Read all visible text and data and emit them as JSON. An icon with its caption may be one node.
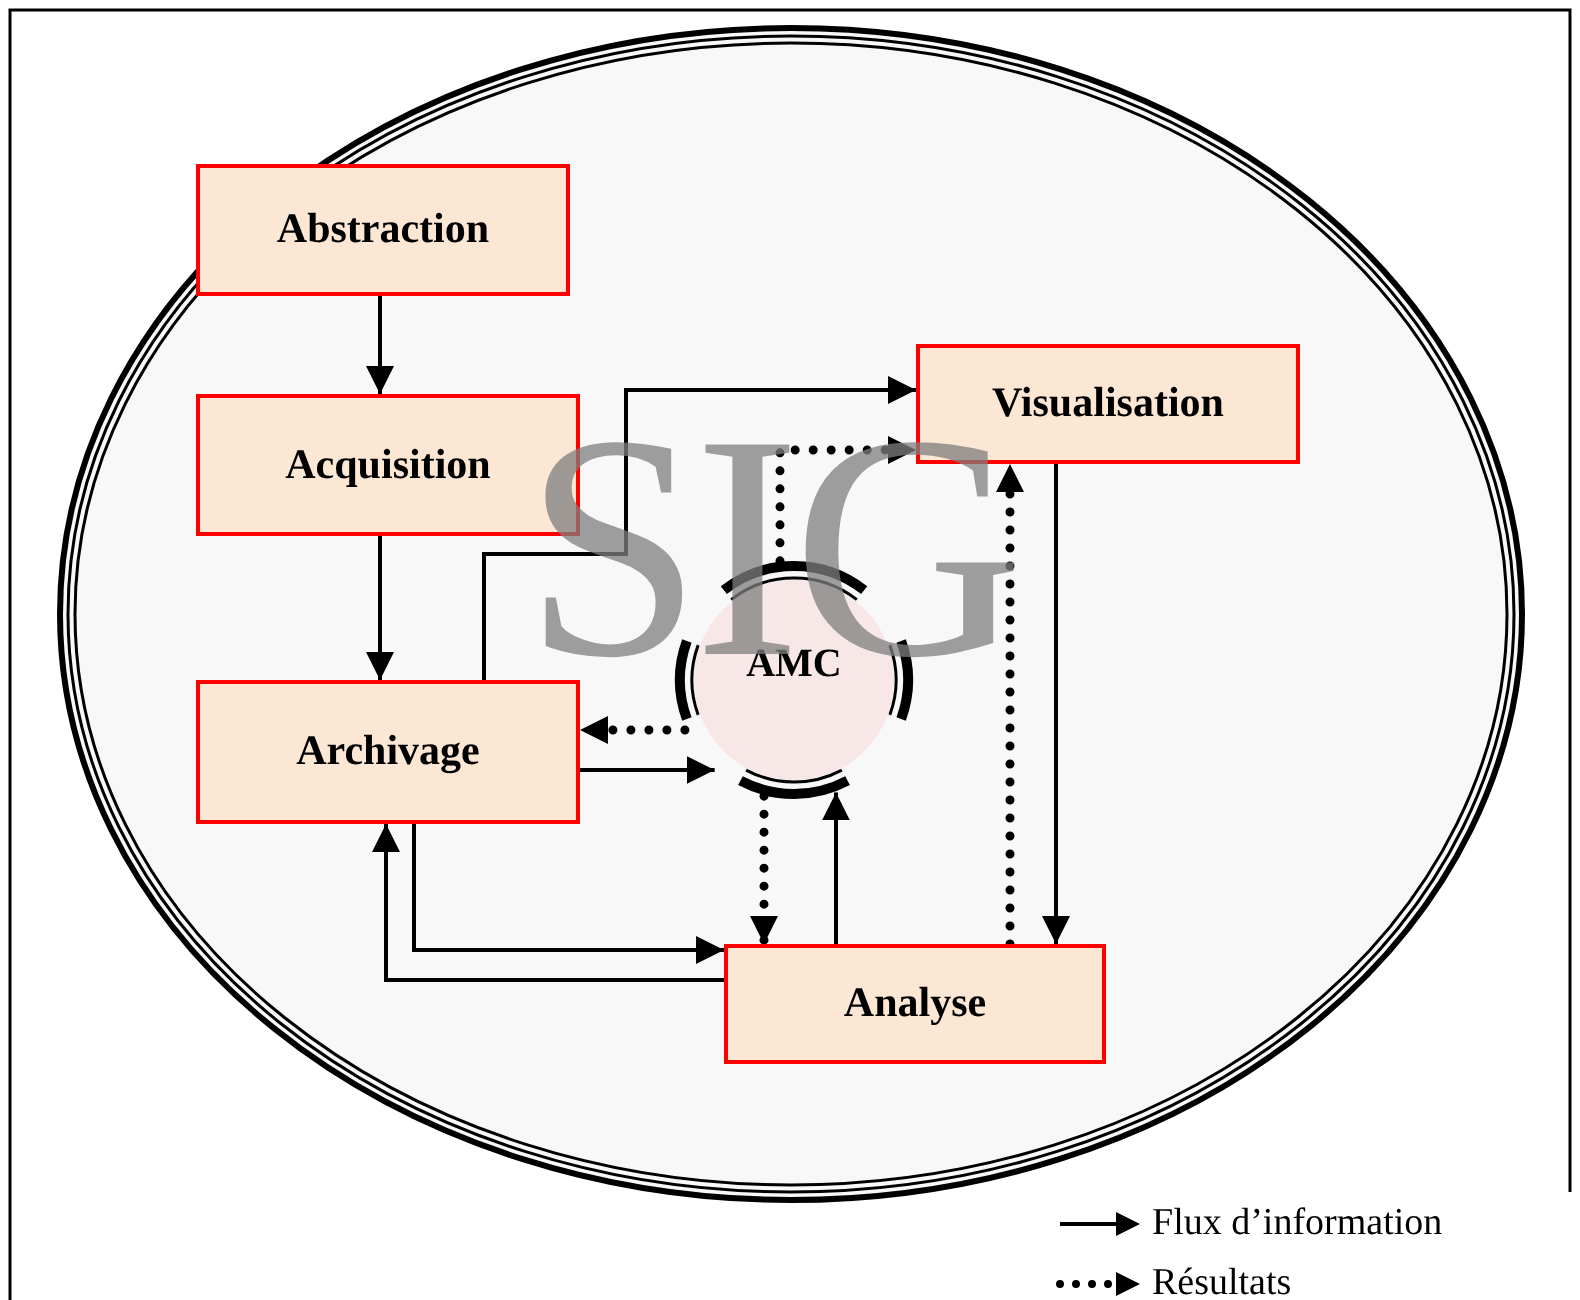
{
  "diagram": {
    "nodes": [
      {
        "text": [
          "SIG"
        ]
      },
      {
        "text": [
          "Abstraction"
        ],
        "in": 0
      },
      {
        "text": [
          "Acquisition"
        ],
        "in": 0
      },
      {
        "text": [
          "Visualisation"
        ],
        "in": 0
      },
      {
        "text": [
          "AMC"
        ],
        "in": 0
      },
      {
        "text": [
          "Archivage"
        ],
        "in": 0
      },
      {
        "text": [
          "Analyse"
        ],
        "in": 0
      }
    ],
    "edges": [
      {
        "from": 1,
        "to": 2,
        "arrow": "to"
      },
      {
        "from": 2,
        "to": 5,
        "arrow": "to"
      },
      {
        "from": 5,
        "to": 3,
        "arrow": "to"
      },
      {
        "from": 4,
        "to": 3,
        "arrow": "to",
        "style": "dashed"
      },
      {
        "from": 4,
        "to": 5,
        "arrow": "to",
        "style": "dashed"
      },
      {
        "from": 5,
        "to": 4,
        "arrow": "to"
      },
      {
        "from": 3,
        "to": 6,
        "arrow": "to"
      },
      {
        "from": 6,
        "to": 3,
        "arrow": "to",
        "style": "dashed"
      },
      {
        "from": 4,
        "to": 6,
        "arrow": "to",
        "style": "dashed"
      },
      {
        "from": 6,
        "to": 4,
        "arrow": "to"
      },
      {
        "from": 5,
        "to": 6,
        "arrow": "to"
      },
      {
        "from": 6,
        "to": 5,
        "arrow": "to"
      }
    ],
    "legend": [
      {
        "text": "Flux d’information"
      },
      {
        "text": "Résultats"
      }
    ]
  }
}
